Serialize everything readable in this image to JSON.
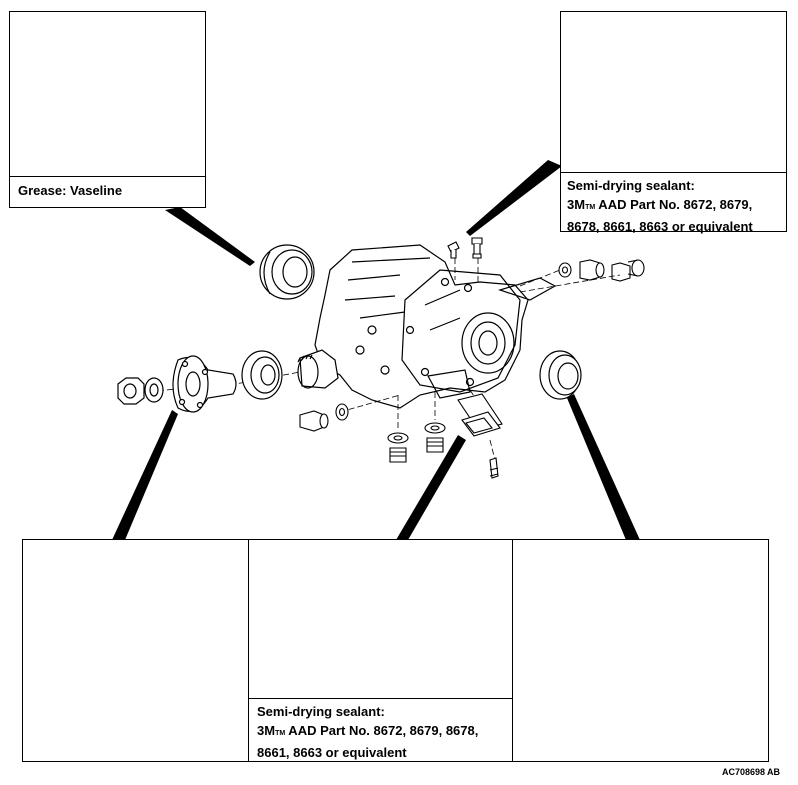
{
  "top_left_panel": {
    "label": "Grease: Vaseline"
  },
  "top_right_panel": {
    "label_line1": "Semi-drying sealant:",
    "label_line2_prefix": "3M",
    "label_line2_tm": "TM",
    "label_line2_rest": " AAD Part No. 8672, 8679,",
    "label_line3": "8678, 8661, 8663 or equivalent"
  },
  "bottom_middle_panel": {
    "label_line1": "Semi-drying sealant:",
    "label_line2_prefix": "3M",
    "label_line2_tm": "TM",
    "label_line2_rest": " AAD Part No. 8672, 8679, 8678,",
    "label_line3": "8661, 8663 or equivalent"
  },
  "figure_reference": "AC708698",
  "figure_revision": "AB"
}
